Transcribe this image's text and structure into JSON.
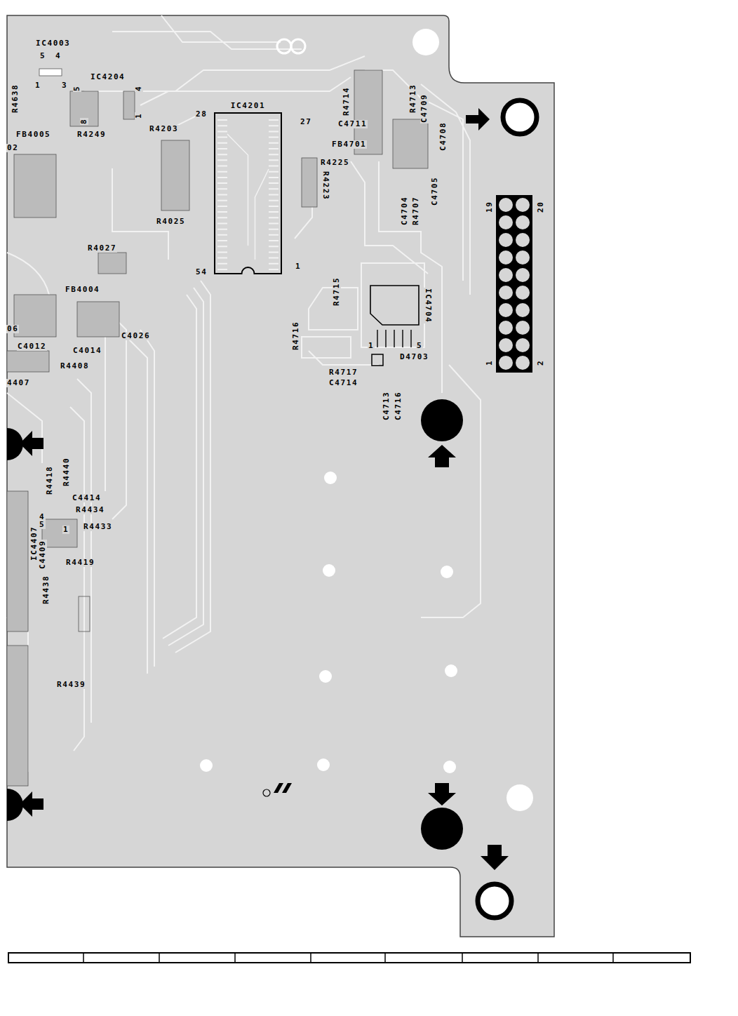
{
  "diagram": {
    "nodes": [
      {
        "text": [
          "IC4201"
        ]
      }
    ],
    "labels": [
      "IC4003",
      "5",
      "4",
      "1",
      "3",
      "IC4204",
      "5",
      "4",
      "1",
      "8",
      "R4638",
      "FB4005",
      "R4249",
      "02",
      "R4203",
      "28",
      "27",
      "R4714",
      "R4713",
      "C4709",
      "C4711",
      "FB4701",
      "C4708",
      "R4225",
      "R4223",
      "C4704",
      "R4707",
      "C4705",
      "19",
      "20",
      "R4025",
      "R4027",
      "54",
      "1",
      "R4715",
      "IC4704",
      "FB4004",
      "R4716",
      "1",
      "5",
      "D4703",
      "1",
      "2",
      "06",
      "C4012",
      "C4014",
      "C4026",
      "R4408",
      "4407",
      "R4717",
      "C4714",
      "C4713",
      "C4716",
      "R4418",
      "R4440",
      "C4414",
      "R4434",
      "R4433",
      "1",
      "4",
      "5",
      "IC4407",
      "C4409",
      "R4438",
      "R4419",
      "R4439"
    ]
  }
}
